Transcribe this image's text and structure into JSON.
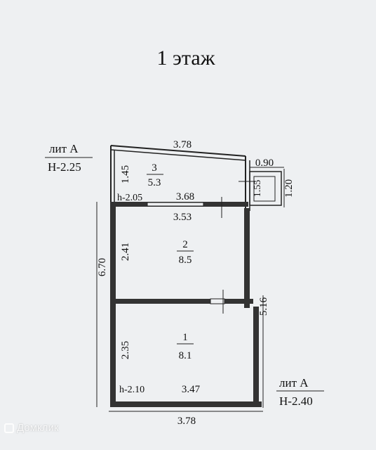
{
  "title": "1 этаж",
  "lit_top": {
    "name": "лит А",
    "height": "Н-2.25"
  },
  "lit_bottom": {
    "name": "лит А",
    "height": "Н-2.40"
  },
  "rooms": [
    {
      "number": "3",
      "area": "5.3"
    },
    {
      "number": "2",
      "area": "8.5"
    },
    {
      "number": "1",
      "area": "8.1"
    }
  ],
  "dims": {
    "top_width": "3.78",
    "bottom_width": "3.78",
    "left_height": "6.70",
    "room3_height": "1.45",
    "room3_ceiling": "h-2.05",
    "room3_inner_width": "3.68",
    "room2_width": "3.53",
    "room2_height": "2.41",
    "right_height": "5.16",
    "room1_height": "2.35",
    "room1_ceiling": "h-2.10",
    "room1_width": "3.47",
    "porch_width": "0.90",
    "porch_height": "1.20",
    "porch_inner": "1.55"
  },
  "watermark": "Домклик"
}
